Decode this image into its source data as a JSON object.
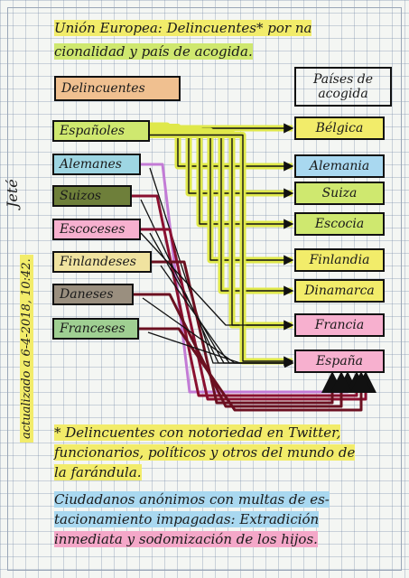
{
  "title": {
    "line1": "Unión Europea: Delincuentes* por na",
    "line2": "cionalidad y país de acogida."
  },
  "headers": {
    "delincuentes": "Delincuentes",
    "paises": "Países de acogida"
  },
  "sources": [
    {
      "label": "Españoles",
      "color": "#cfe86f"
    },
    {
      "label": "Alemanes",
      "color": "#9ed6e3"
    },
    {
      "label": "Suizos",
      "color": "#6e7f3a"
    },
    {
      "label": "Escoceses",
      "color": "#f7b0cf"
    },
    {
      "label": "Finlandeses",
      "color": "#f0e3a0"
    },
    {
      "label": "Daneses",
      "color": "#9a8f7f"
    },
    {
      "label": "Franceses",
      "color": "#9fcf92"
    }
  ],
  "targets": [
    {
      "label": "Bélgica",
      "color": "#f2ec6a"
    },
    {
      "label": "Alemania",
      "color": "#a9d8f0"
    },
    {
      "label": "Suiza",
      "color": "#cfe86f"
    },
    {
      "label": "Escocia",
      "color": "#cfe86f"
    },
    {
      "label": "Finlandia",
      "color": "#f2ec6a"
    },
    {
      "label": "Dinamarca",
      "color": "#f2ec6a"
    },
    {
      "label": "Francia",
      "color": "#f7b0cf"
    },
    {
      "label": "España",
      "color": "#f7b0cf"
    }
  ],
  "footnote": {
    "line1": "* Delincuentes con notoriedad en Twitter,",
    "line2": "funcionarios, políticos y otros del mundo de",
    "line3": "la farándula.",
    "line4": "Ciudadanos anónimos con multas de es-",
    "line5": "tacionamiento impagadas: Extradición",
    "line6": "inmediata y sodomización de los hijos."
  },
  "sidenote": "actualizado a 6-4-2018, 10:42.",
  "signature": "Jeté"
}
